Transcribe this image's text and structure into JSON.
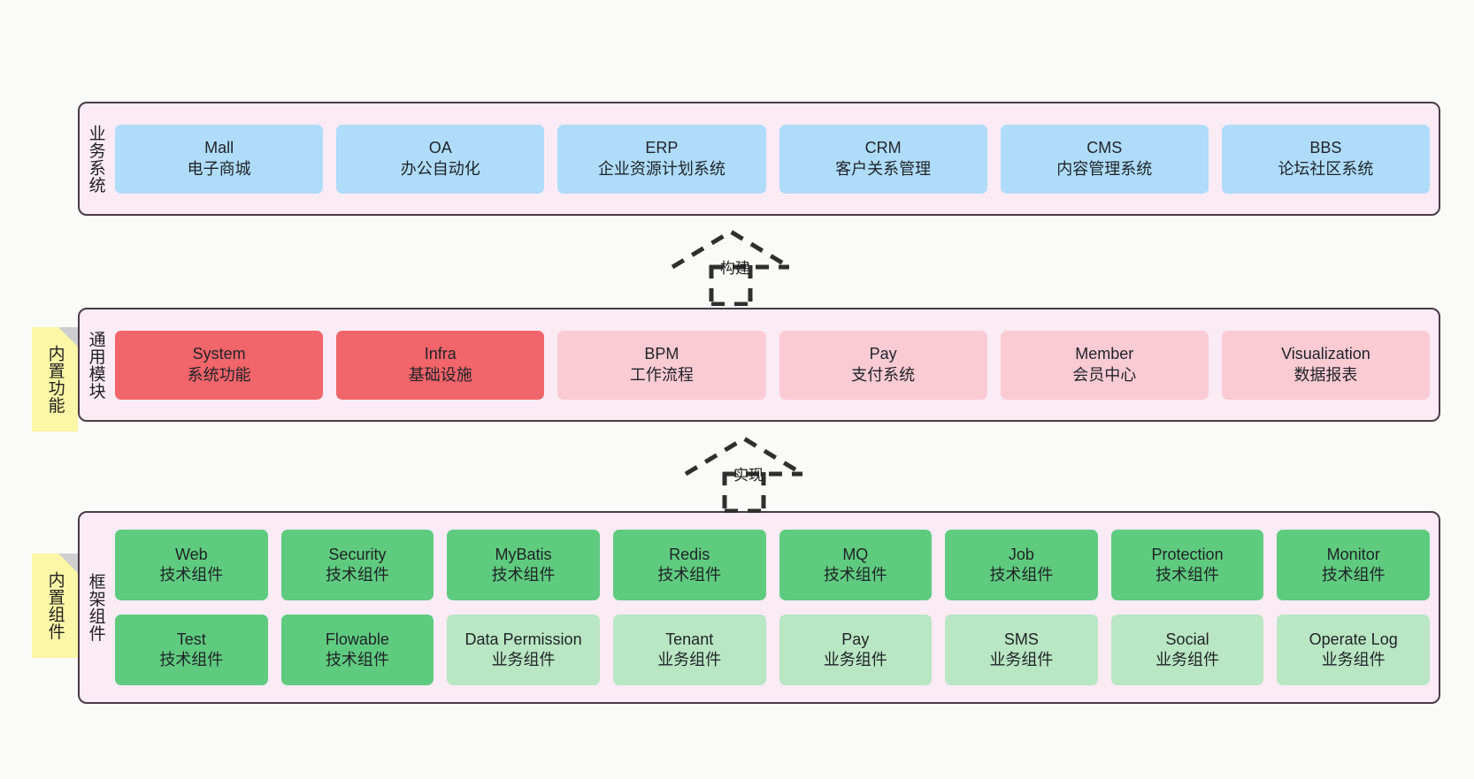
{
  "diagram": {
    "background": "#fafaf9",
    "layer_fill": "#faebf5",
    "layer_border": "#4a3b46",
    "note_fill": "#fbf7a6",
    "colors": {
      "business_system": "#afdcfa",
      "core_module": "#f2656a",
      "optional_module": "#fbcbd4",
      "tech_component": "#5fcb7f",
      "biz_component": "#b9e6c3"
    }
  },
  "layers": [
    {
      "id": "business-system",
      "title": "业务系统",
      "rows": [
        [
          {
            "name": "Mall",
            "sub": "电子商城",
            "color": "c-blue"
          },
          {
            "name": "OA",
            "sub": "办公自动化",
            "color": "c-blue"
          },
          {
            "name": "ERP",
            "sub": "企业资源计划系统",
            "color": "c-blue"
          },
          {
            "name": "CRM",
            "sub": "客户关系管理",
            "color": "c-blue"
          },
          {
            "name": "CMS",
            "sub": "内容管理系统",
            "color": "c-blue"
          },
          {
            "name": "BBS",
            "sub": "论坛社区系统",
            "color": "c-blue"
          }
        ]
      ]
    },
    {
      "id": "common-module",
      "title": "通用模块",
      "note": "内置功能",
      "rows": [
        [
          {
            "name": "System",
            "sub": "系统功能",
            "color": "c-red"
          },
          {
            "name": "Infra",
            "sub": "基础设施",
            "color": "c-red"
          },
          {
            "name": "BPM",
            "sub": "工作流程",
            "color": "c-pink"
          },
          {
            "name": "Pay",
            "sub": "支付系统",
            "color": "c-pink"
          },
          {
            "name": "Member",
            "sub": "会员中心",
            "color": "c-pink"
          },
          {
            "name": "Visualization",
            "sub": "数据报表",
            "color": "c-pink"
          }
        ]
      ]
    },
    {
      "id": "framework-component",
      "title": "框架组件",
      "note": "内置组件",
      "rows": [
        [
          {
            "name": "Web",
            "sub": "技术组件",
            "color": "c-green"
          },
          {
            "name": "Security",
            "sub": "技术组件",
            "color": "c-green"
          },
          {
            "name": "MyBatis",
            "sub": "技术组件",
            "color": "c-green"
          },
          {
            "name": "Redis",
            "sub": "技术组件",
            "color": "c-green"
          },
          {
            "name": "MQ",
            "sub": "技术组件",
            "color": "c-green"
          },
          {
            "name": "Job",
            "sub": "技术组件",
            "color": "c-green"
          },
          {
            "name": "Protection",
            "sub": "技术组件",
            "color": "c-green"
          },
          {
            "name": "Monitor",
            "sub": "技术组件",
            "color": "c-green"
          }
        ],
        [
          {
            "name": "Test",
            "sub": "技术组件",
            "color": "c-green"
          },
          {
            "name": "Flowable",
            "sub": "技术组件",
            "color": "c-green"
          },
          {
            "name": "Data Permission",
            "sub": "业务组件",
            "color": "c-lightgreen",
            "wrap": true
          },
          {
            "name": "Tenant",
            "sub": "业务组件",
            "color": "c-lightgreen"
          },
          {
            "name": "Pay",
            "sub": "业务组件",
            "color": "c-lightgreen"
          },
          {
            "name": "SMS",
            "sub": "业务组件",
            "color": "c-lightgreen"
          },
          {
            "name": "Social",
            "sub": "业务组件",
            "color": "c-lightgreen"
          },
          {
            "name": "Operate Log",
            "sub": "业务组件",
            "color": "c-lightgreen"
          }
        ]
      ]
    }
  ],
  "arrows": [
    {
      "id": "build",
      "label": "构建"
    },
    {
      "id": "implement",
      "label": "实现"
    }
  ]
}
